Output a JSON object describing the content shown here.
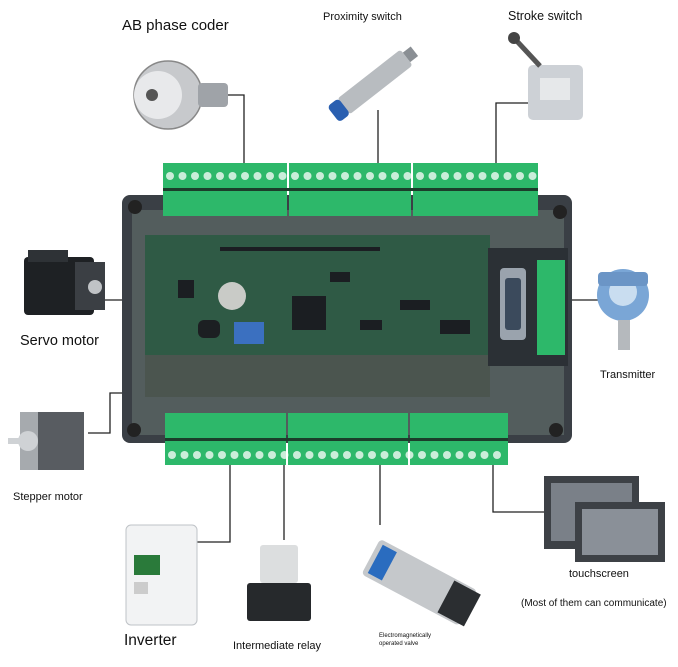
{
  "labels": {
    "ab_phase_coder": "AB phase coder",
    "proximity_switch": "Proximity switch",
    "stroke_switch": "Stroke switch",
    "servo_motor": "Servo motor",
    "transmitter": "Transmitter",
    "stepper_motor": "Stepper motor",
    "touchscreen": "touchscreen",
    "communicate_note": "(Most of them can communicate)",
    "inverter": "Inverter",
    "intermediate_relay": "Intermediate relay",
    "valve_line1": "Electromagnetically",
    "valve_line2": "operated valve"
  },
  "colors": {
    "terminal_green": "#2db86a",
    "board_green": "#2f5a45",
    "case_dark": "#3a3f45",
    "transmitter_blue": "#7aa6d6",
    "connector_line": "#222222"
  },
  "icons": [
    "encoder-icon",
    "proximity-switch-icon",
    "stroke-switch-icon",
    "servo-motor-icon",
    "transmitter-icon",
    "stepper-motor-icon",
    "touchscreen-icon",
    "inverter-icon",
    "relay-icon",
    "solenoid-valve-icon",
    "plc-controller-icon"
  ]
}
